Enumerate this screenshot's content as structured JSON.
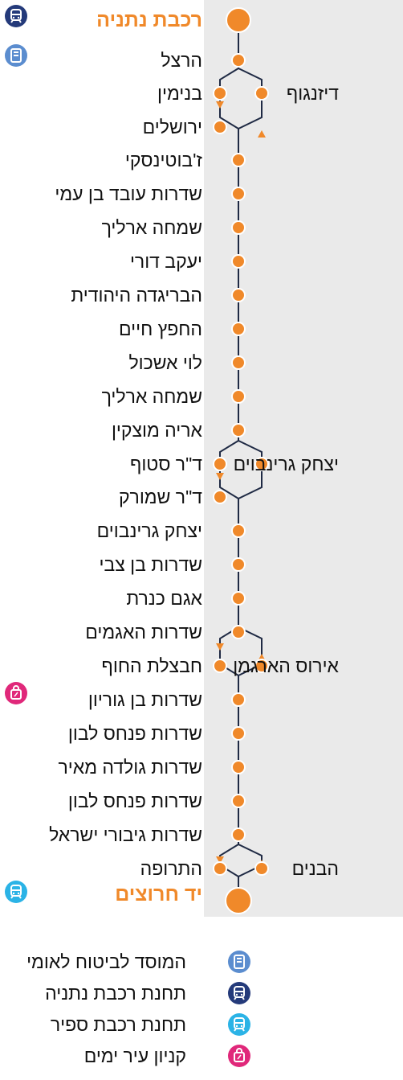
{
  "colors": {
    "route": "#f0892a",
    "line": "#1f2a44",
    "band": "#eaeaea",
    "highlight": "#f0892a",
    "train_netanya": "#243a7a",
    "train_sapir": "#2bb3e6",
    "insurance": "#5b8dcf",
    "mall": "#e0287a"
  },
  "route": {
    "start": "רכבת נתניה",
    "end": "יד חרוצים",
    "main_stops": [
      "הרצל",
      "ז'בוטינסקי",
      "שדרות עובד בן עמי",
      "שמחה ארליך",
      "יעקב דורי",
      "הבריגדה היהודית",
      "החפץ חיים",
      "לוי אשכול",
      "שמחה ארליך",
      "אריה מוצקין",
      "יצחק גרינבוים",
      "שדרות בן צבי",
      "אגם כנרת",
      "שדרות האגמים",
      "שדרות בן גוריון",
      "שדרות פנחס לבון",
      "שדרות גולדה מאיר",
      "שדרות פנחס לבון",
      "שדרות גיבורי ישראל"
    ],
    "loops": [
      {
        "left_stops": [
          "בנימין",
          "ירושלים"
        ],
        "right_stop": "דיזנגוף"
      },
      {
        "left_stops": [
          "ד\"ר סטוף",
          "ד\"ר שמורק"
        ],
        "right_stop": "יצחק גרינבוים"
      },
      {
        "left_stops": [
          "חבצלת החוף"
        ],
        "right_stop": "אירוס הארגמן"
      },
      {
        "left_stops": [
          "התרופה"
        ],
        "right_stop": "הבנים"
      }
    ]
  },
  "stop_icons": [
    {
      "stop": "רכבת נתניה",
      "icon": "train-netanya-icon"
    },
    {
      "stop": "הרצל",
      "icon": "insurance-icon"
    },
    {
      "stop": "שדרות בן גוריון",
      "icon": "mall-icon"
    },
    {
      "stop": "יד חרוצים",
      "icon": "train-sapir-icon"
    }
  ],
  "legend": [
    {
      "icon": "insurance-icon",
      "label": "המוסד לביטוח לאומי"
    },
    {
      "icon": "train-netanya-icon",
      "label": "תחנת רכבת נתניה"
    },
    {
      "icon": "train-sapir-icon",
      "label": "תחנת רכבת ספיר"
    },
    {
      "icon": "mall-icon",
      "label": "קניון עיר ימים"
    }
  ]
}
